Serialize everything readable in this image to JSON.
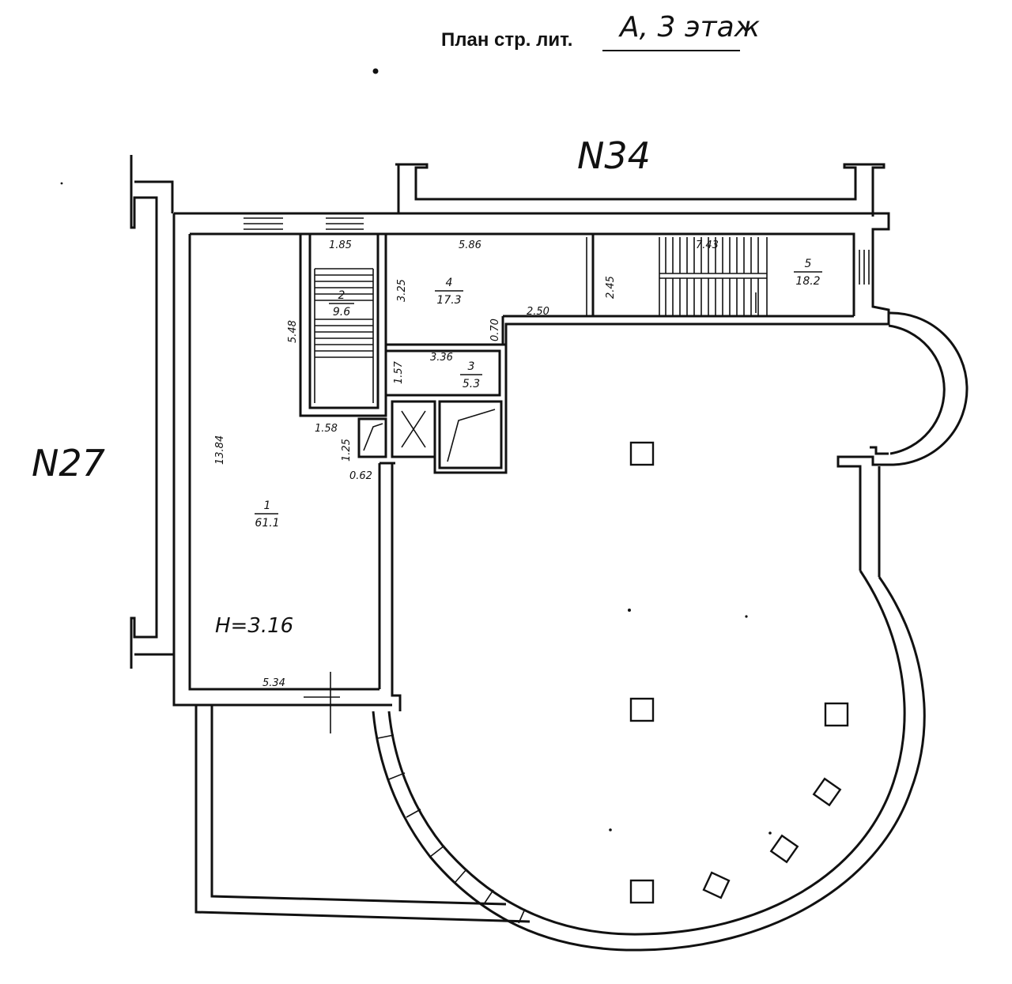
{
  "header": {
    "label": "План стр. лит.",
    "value": "А, 3 этаж"
  },
  "neighbors": {
    "top": "N34",
    "left": "N27"
  },
  "rooms": [
    {
      "id": "room-1",
      "number": "1",
      "area": "61.1"
    },
    {
      "id": "room-2",
      "number": "2",
      "area": "9.6"
    },
    {
      "id": "room-3",
      "number": "3",
      "area": "5.3"
    },
    {
      "id": "room-4",
      "number": "4",
      "area": "17.3"
    },
    {
      "id": "room-5",
      "number": "5",
      "area": "18.2"
    }
  ],
  "height_label": "H=3.16",
  "dimensions": {
    "d_185": "1.85",
    "d_586": "5.86",
    "d_743": "7.43",
    "d_325": "3.25",
    "d_245": "2.45",
    "d_250": "2.50",
    "d_070": "0.70",
    "d_548": "5.48",
    "d_336": "3.36",
    "d_157": "1.57",
    "d_158": "1.58",
    "d_125": "1.25",
    "d_062": "0.62",
    "d_1384": "13.84",
    "d_534": "5.34"
  }
}
